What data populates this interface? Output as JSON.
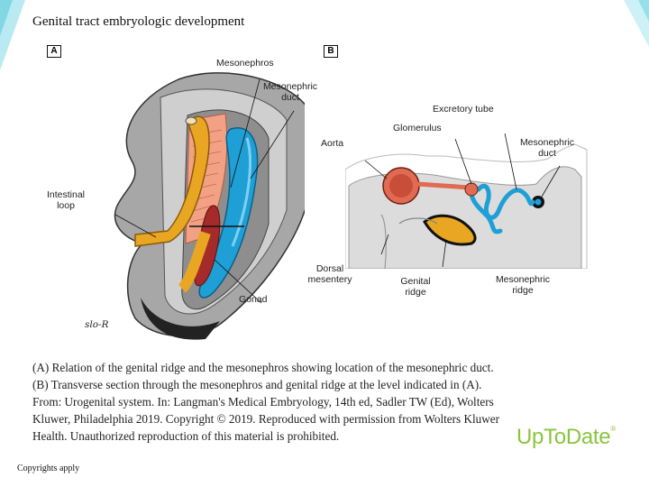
{
  "figure": {
    "title": "Genital tract embryologic development",
    "panel_a": {
      "tag": "A",
      "labels": {
        "mesonephros": "Mesonephros",
        "mesonephric_duct": "Mesonephric duct",
        "intestinal_loop": "Intestinal loop",
        "gonad": "Gonad"
      },
      "signature": "slo-R"
    },
    "panel_b": {
      "tag": "B",
      "labels": {
        "excretory_tube": "Excretory tube",
        "glomerulus": "Glomerulus",
        "aorta": "Aorta",
        "mesonephric_duct": "Mesonephric duct",
        "dorsal_mesentery": "Dorsal mesentery",
        "genital_ridge": "Genital ridge",
        "mesonephric_ridge": "Mesonephric ridge"
      }
    },
    "caption": {
      "line1": "(A) Relation of the genital ridge and the mesonephros showing location of the mesonephric duct.",
      "line2": "(B) Transverse section through the mesonephros and genital ridge at the level indicated in (A).",
      "line3": "From: Urogenital system. In: Langman's Medical Embryology, 14th ed, Sadler TW (Ed), Wolters",
      "line4": "Kluwer, Philadelphia 2019. Copyright © 2019. Reproduced with permission from Wolters Kluwer",
      "line5": "Health. Unauthorized reproduction of this material is prohibited."
    },
    "brand": {
      "name": "UpToDate",
      "mark": "®"
    }
  },
  "footer": {
    "note": "Copyrights apply"
  },
  "colors": {
    "gonad_red": "#a52a2a",
    "duct_blue": "#1e9fd6",
    "gut_orange": "#e8a623",
    "aorta_red": "#e06a52",
    "brand_green": "#8ac43f",
    "deco_teal": "#6fd6e4"
  }
}
